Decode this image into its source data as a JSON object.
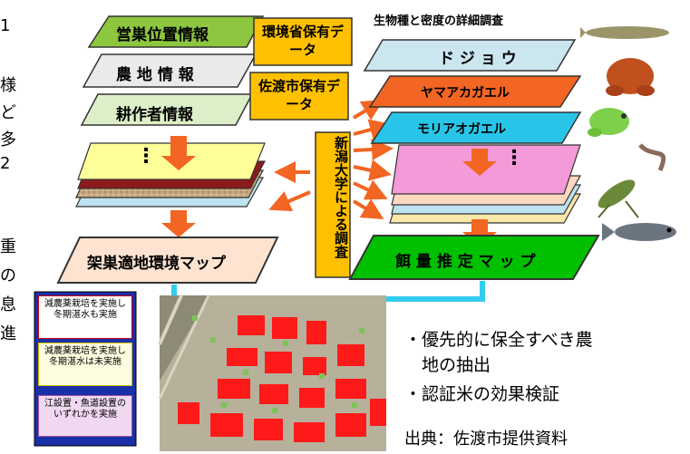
{
  "left_layers": {
    "layer1": "営巣位置情報",
    "layer2": "農 地 情 報",
    "layer3": "耕作者情報",
    "dots": "⋮",
    "result_map": "架巣適地環境マップ"
  },
  "sources": {
    "moe": "環境省保有データ",
    "sado": "佐渡市保有データ",
    "niigata": "新潟大学による調査"
  },
  "right_stack": {
    "header": "生物種と密度の詳細調査",
    "layer1": "ド ジ ョ ウ",
    "layer2": "ヤマアカガエル",
    "layer3": "モリアオガエル",
    "dots": "⋮",
    "result_map": "餌 量 推 定 マ ッ プ"
  },
  "legend": {
    "item1": "減農薬栽培を実施し冬期湛水も実施",
    "item2": "減農薬栽培を実施し冬期湛水は未実施",
    "item3": "江設置・魚道設置のいずれかを実施"
  },
  "bullets": [
    "・優先的に保全すべき農",
    "　地の抽出",
    "・認証米の効果検証"
  ],
  "source_note": "出典：佐渡市提供資料",
  "left_edge_text": [
    "1",
    "様",
    "ど",
    "多",
    "2",
    "重",
    "の",
    "息",
    "進"
  ],
  "colors": {
    "green_layer": "#8dc63f",
    "orange_layer": "#f26522",
    "cyan_layer": "#29b6e8",
    "source_box": "#ffc000",
    "result_green": "#00c000",
    "connector": "#33ccee"
  }
}
